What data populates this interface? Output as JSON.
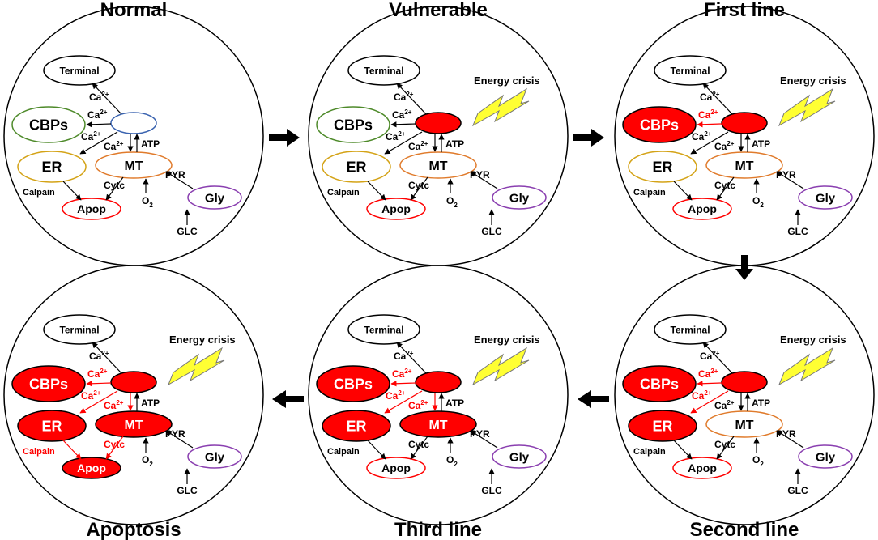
{
  "colors": {
    "black": "#000000",
    "red": "#ff0000",
    "white": "#ffffff",
    "bolt": "#ffff33",
    "cbps_border": "#4e8a2a",
    "er_border": "#d4a317",
    "mt_border": "#e07b2c",
    "apop_border": "#ff0000",
    "gly_border": "#8a3fb0",
    "source_border": "#3a63b0"
  },
  "labels": {
    "terminal": "Terminal",
    "cbps": "CBPs",
    "er": "ER",
    "mt": "MT",
    "apop": "Apop",
    "gly": "Gly",
    "energy_crisis": "Energy crisis",
    "ca_base": "Ca",
    "ca_sup": "2+",
    "atp": "ATP",
    "pyr": "PYR",
    "cytc": "Cytc",
    "o_base": "O",
    "o_sub": "2",
    "calpain": "Calpain",
    "glc": "GLC"
  },
  "panels": [
    {
      "id": "normal",
      "title": "Normal",
      "energy_crisis": false,
      "source_filled": false,
      "cbps_filled": false,
      "er_filled": false,
      "mt_filled": false,
      "apop_filled": false,
      "ca_cbps_red": false,
      "ca_er_red": false,
      "ca_mt_red": false,
      "cytc_red": false,
      "calpain_red": false
    },
    {
      "id": "vulnerable",
      "title": "Vulnerable",
      "energy_crisis": true,
      "source_filled": true,
      "cbps_filled": false,
      "er_filled": false,
      "mt_filled": false,
      "apop_filled": false,
      "ca_cbps_red": false,
      "ca_er_red": false,
      "ca_mt_red": false,
      "cytc_red": false,
      "calpain_red": false
    },
    {
      "id": "first-line",
      "title": "First line",
      "energy_crisis": true,
      "source_filled": true,
      "cbps_filled": true,
      "er_filled": false,
      "mt_filled": false,
      "apop_filled": false,
      "ca_cbps_red": true,
      "ca_er_red": false,
      "ca_mt_red": false,
      "cytc_red": false,
      "calpain_red": false
    },
    {
      "id": "second-line",
      "title": "Second line",
      "energy_crisis": true,
      "source_filled": true,
      "cbps_filled": true,
      "er_filled": true,
      "mt_filled": false,
      "apop_filled": false,
      "ca_cbps_red": true,
      "ca_er_red": true,
      "ca_mt_red": false,
      "cytc_red": false,
      "calpain_red": false
    },
    {
      "id": "third-line",
      "title": "Third line",
      "energy_crisis": true,
      "source_filled": true,
      "cbps_filled": true,
      "er_filled": true,
      "mt_filled": true,
      "apop_filled": false,
      "ca_cbps_red": true,
      "ca_er_red": true,
      "ca_mt_red": true,
      "cytc_red": false,
      "calpain_red": false
    },
    {
      "id": "apoptosis",
      "title": "Apoptosis",
      "energy_crisis": true,
      "source_filled": true,
      "cbps_filled": true,
      "er_filled": true,
      "mt_filled": true,
      "apop_filled": true,
      "ca_cbps_red": true,
      "ca_er_red": true,
      "ca_mt_red": true,
      "cytc_red": true,
      "calpain_red": true
    }
  ]
}
